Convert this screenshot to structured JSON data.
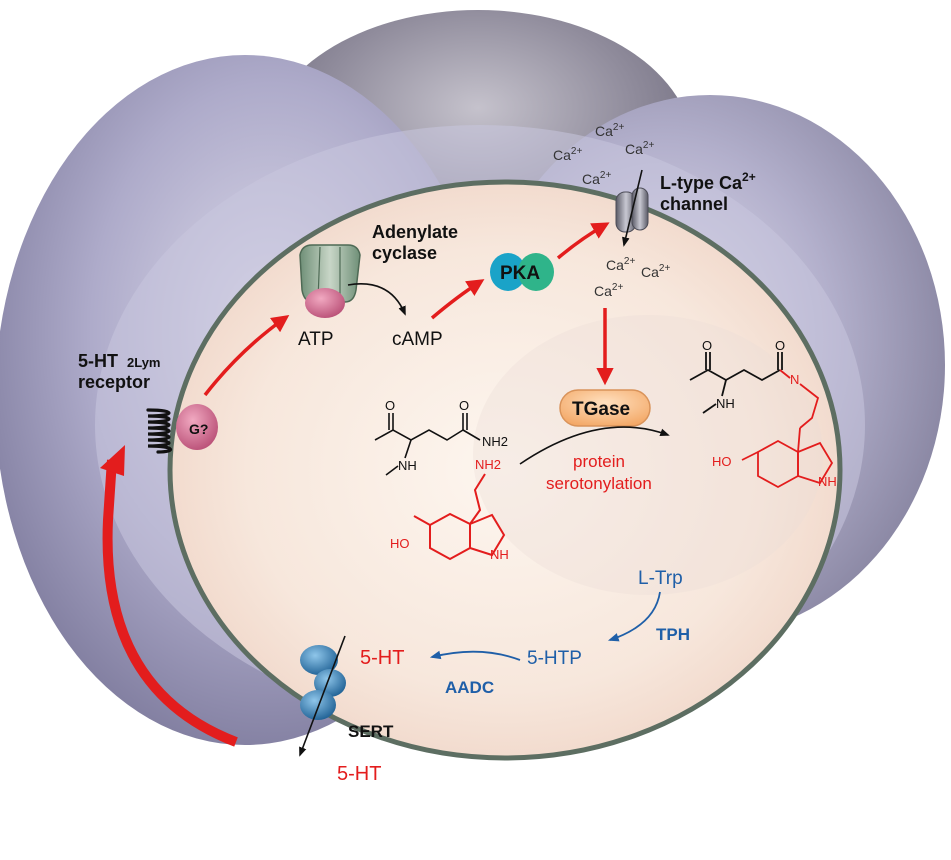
{
  "receptor": {
    "line1_main": "5-HT",
    "line1_sub": "2Lym",
    "line2": "receptor",
    "gprotein": "G?"
  },
  "cyclase": {
    "line1": "Adenylate",
    "line2": "cyclase"
  },
  "atp": "ATP",
  "camp": "cAMP",
  "pka": "PKA",
  "calcium": {
    "ion_base": "Ca",
    "ion_charge": "2+",
    "channel_line1_main": "L-type Ca",
    "channel_line1_sup": "2+",
    "channel_line2": "channel"
  },
  "tgase": "TGase",
  "serotonylation": {
    "line1": "protein",
    "line2": "serotonylation"
  },
  "pathway": {
    "ltrp": "L-Trp",
    "tph": "TPH",
    "htp": "5-HTP",
    "aadc": "AADC",
    "ht_intra": "5-HT"
  },
  "sert": "SERT",
  "ht_extra": "5-HT",
  "chem": {
    "nh2": "NH2",
    "nh": "NH",
    "ho": "HO",
    "o": "O",
    "n": "N"
  },
  "colors": {
    "cell_outer": "#a9a6c4",
    "cell_back": "#8a8797",
    "cytoplasm": "#f7e6dc",
    "membrane": "#5d6e62",
    "serotonin": "#e31d1d",
    "pathway_blue": "#1f5fa8",
    "pka_green": "#2fb48a",
    "pka_blue": "#1aa3c8",
    "tgase_fill": "#f7b980",
    "gprotein": "#cf6d8f",
    "sert": "#2d7db3"
  }
}
